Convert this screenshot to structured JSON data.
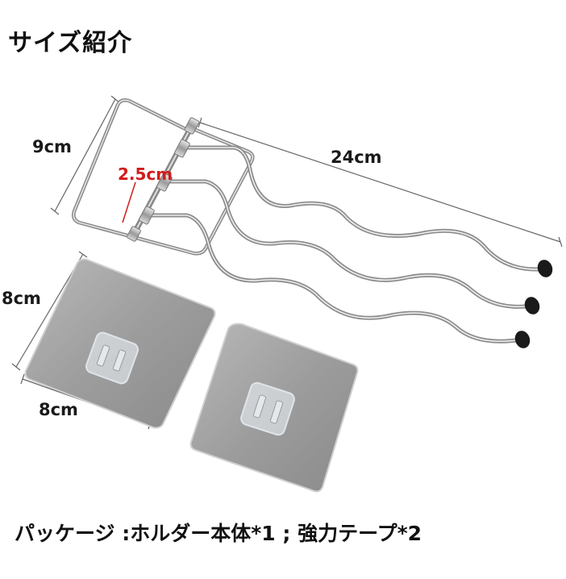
{
  "title": "サイズ紹介",
  "dimensions": {
    "height_label": "9cm",
    "length_label": "24cm",
    "spacing_label": "2.5cm",
    "pad_height_label": "8cm",
    "pad_width_label": "8cm"
  },
  "package_text": "パッケージ :ホルダー本体*1 ; 強力テープ*2"
}
